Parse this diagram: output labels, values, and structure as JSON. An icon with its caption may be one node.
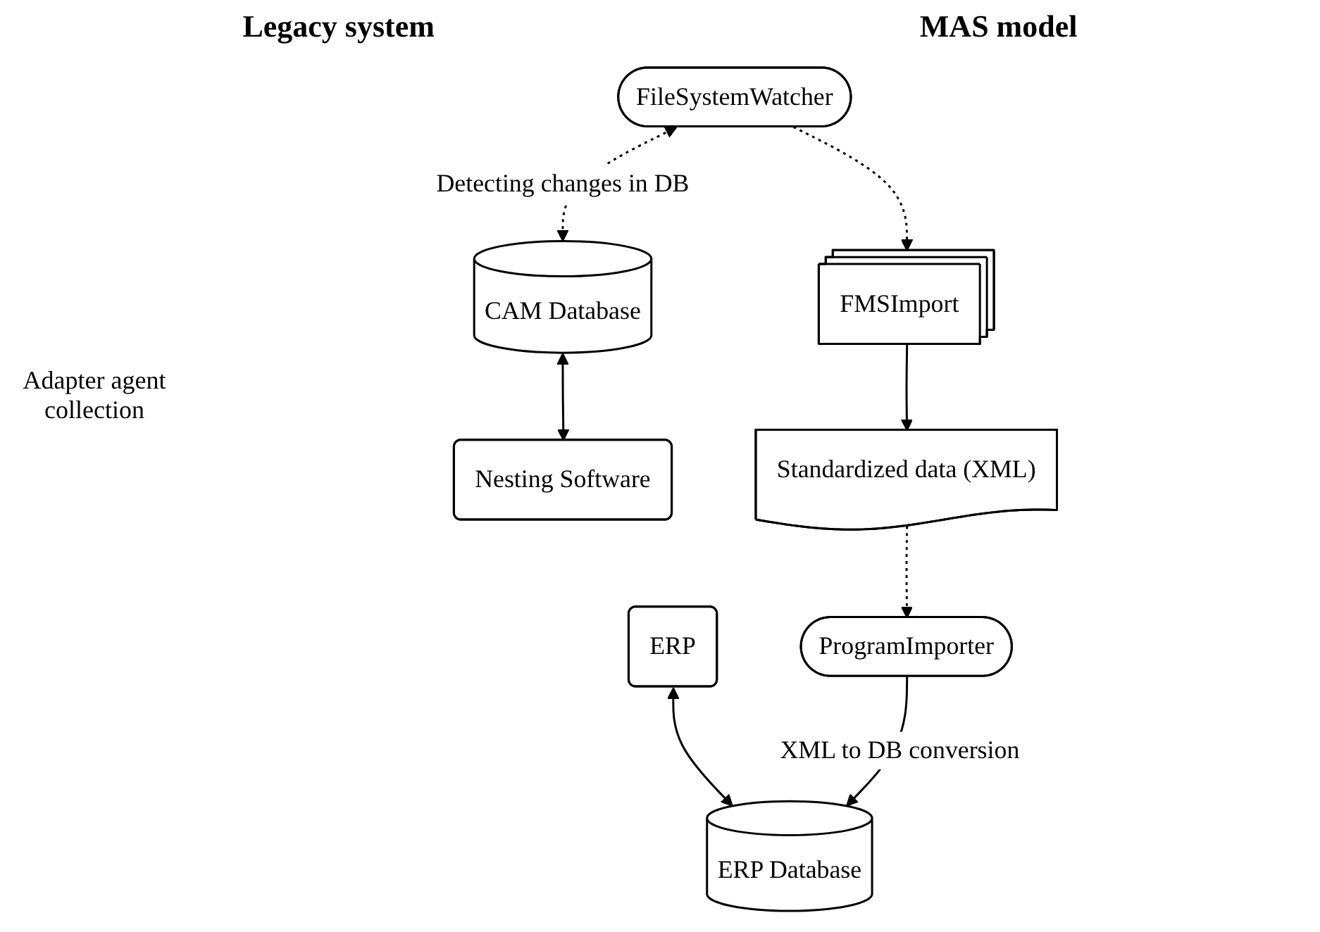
{
  "diagram": {
    "nodes": [
      {
        "text": [
          "CAM Database"
        ]
      },
      {
        "text": [
          "Nesting Software"
        ]
      },
      {
        "text": [
          "ERP"
        ]
      },
      {
        "text": [
          "ERP Database"
        ]
      },
      {
        "text": [
          "FileSystemWatcher"
        ]
      },
      {
        "text": [
          "FMSImport"
        ]
      },
      {
        "text": [
          "Standardized data (XML)"
        ]
      },
      {
        "text": [
          "ProgramImporter"
        ]
      }
    ],
    "edges": [
      {
        "from": 0,
        "to": 1,
        "arrow": "both"
      },
      {
        "from": 4,
        "to": 0,
        "arrow": "both",
        "style": "dashed",
        "label": "Detecting changes in DB"
      },
      {
        "from": 4,
        "to": 5,
        "arrow": "to",
        "style": "dashed"
      },
      {
        "from": 5,
        "to": 6,
        "arrow": "to"
      },
      {
        "from": 2,
        "to": 3,
        "arrow": "both"
      },
      {
        "from": 6,
        "to": 7,
        "arrow": "to",
        "style": "dashed"
      },
      {
        "from": 7,
        "to": 3,
        "arrow": "to",
        "label": "XML to DB conversion"
      }
    ],
    "labels": [
      "Legacy system",
      "MAS model",
      "Adapter agent collection"
    ]
  }
}
